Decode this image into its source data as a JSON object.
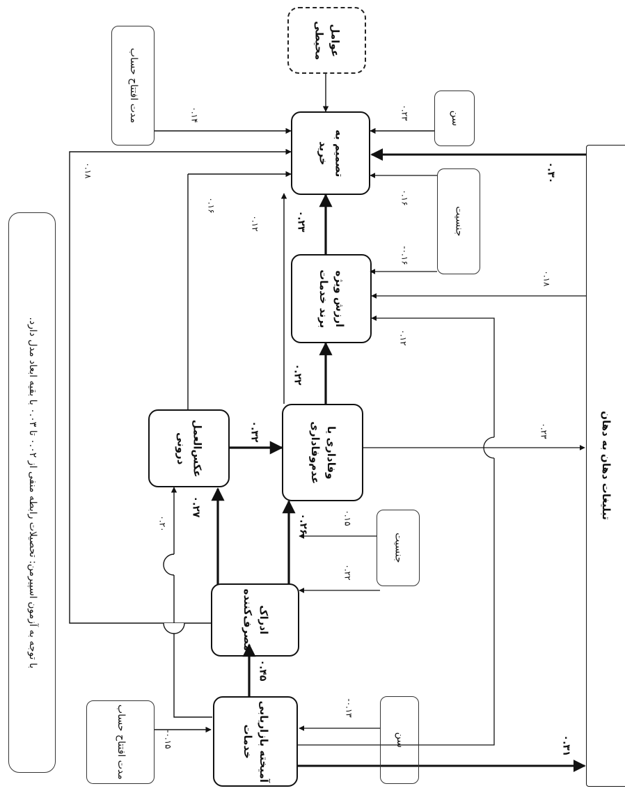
{
  "note": "با توجه به آزمون اسپیرمن: تحصیلات رابطه منفی از ۰.۰۲ تا ۰.۰۳ با بقیه ابعاد مدل دارد.",
  "nodes": {
    "mix": "آمیخته بازاریابی\nخدمات",
    "perception": "ادراک\nمصرف‌کننده",
    "reaction": "عکس‌العمل\nدرونی",
    "loyalty": "وفاداری یا\nعدم‌وفاداری",
    "equity": "ارزش ویژه\nبرند خدمات",
    "decision": "تصمیم به\nخرید",
    "env": "عوامل\nمحیطی",
    "wom": "تبلیغات دهان به دهان"
  },
  "side_boxes": {
    "tenure_left": "مدت افتتاح حساب",
    "age_left": "سن",
    "gender_left": "جنسیت",
    "tenure_top": "مدت افتتاح حساب",
    "age_top": "سن",
    "gender_top": "جنسیت"
  },
  "coefficients": {
    "tenure_mix": "-۰.۱۵",
    "mix_wom": "۰.۳۱",
    "mix_perception": "۰.۴۵",
    "age_mix": "-۰.۱۳",
    "age_perception": "۰.۲۲",
    "gender_perception": "۰.۱۵",
    "mix_reaction": "۰.۲۰",
    "perception_reaction": "۰.۲۷",
    "perception_loyalty": "۰.۲۶",
    "reaction_loyalty": "۰.۳۲",
    "loyalty_wom": "۰.۲۳",
    "loyalty_equity": "۰.۲۲",
    "loyalty_decision": "۰.۱۲",
    "reaction_decision": "۰.۱۶",
    "perception_decision": "۰.۱۸",
    "tenure_decision": "۰.۱۴",
    "equity_decision": "۰.۲۳",
    "gender_decision": "۰.۱۶",
    "gender_equity": "-۰.۱۶",
    "age_decision": "۰.۲۳",
    "mix_equity": "۰.۱۲",
    "wom_equity": "۰.۱۸",
    "wom_decision": "۰.۳۰"
  }
}
